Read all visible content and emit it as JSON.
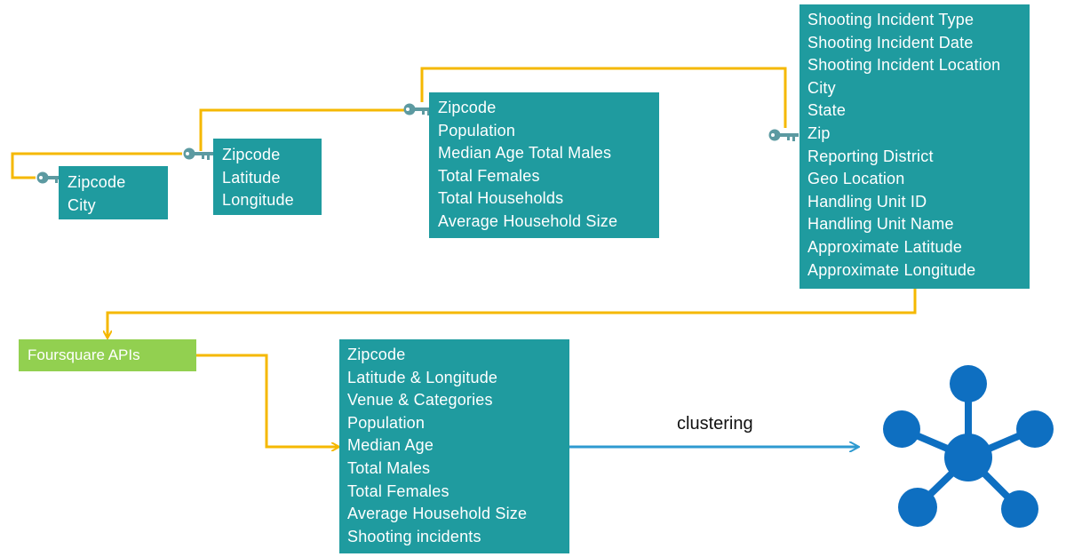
{
  "city_table": {
    "fields": [
      "Zipcode",
      "City"
    ]
  },
  "geo_table": {
    "fields": [
      "Zipcode",
      "Latitude",
      "Longitude"
    ]
  },
  "demographics_table": {
    "fields": [
      "Zipcode",
      "Population",
      "Median Age Total Males",
      "Total Females",
      "Total Households",
      "Average Household Size"
    ]
  },
  "incidents_table": {
    "fields": [
      "Shooting Incident Type",
      "Shooting Incident Date",
      "Shooting Incident Location",
      "City",
      "State",
      "Zip",
      "Reporting District",
      "Geo Location",
      "Handling Unit ID",
      "Handling Unit Name",
      "Approximate Latitude",
      "Approximate Longitude"
    ]
  },
  "foursquare": {
    "label": "Foursquare APIs"
  },
  "combined_table": {
    "fields": [
      "Zipcode",
      "Latitude & Longitude",
      "Venue & Categories",
      "Population",
      "Median Age",
      "Total Males",
      "Total Females",
      "Average Household Size",
      "Shooting incidents"
    ]
  },
  "clustering": {
    "label": "clustering"
  },
  "colors": {
    "table_fill": "#1f9b9f",
    "connector": "#f5b800",
    "api_fill": "#92d050",
    "cluster_arrow": "#2e9ad0",
    "cluster_node": "#0e6fc1",
    "key": "#5c9aa1"
  },
  "icons": {
    "key": "key-icon",
    "cluster": "network-cluster-icon"
  }
}
